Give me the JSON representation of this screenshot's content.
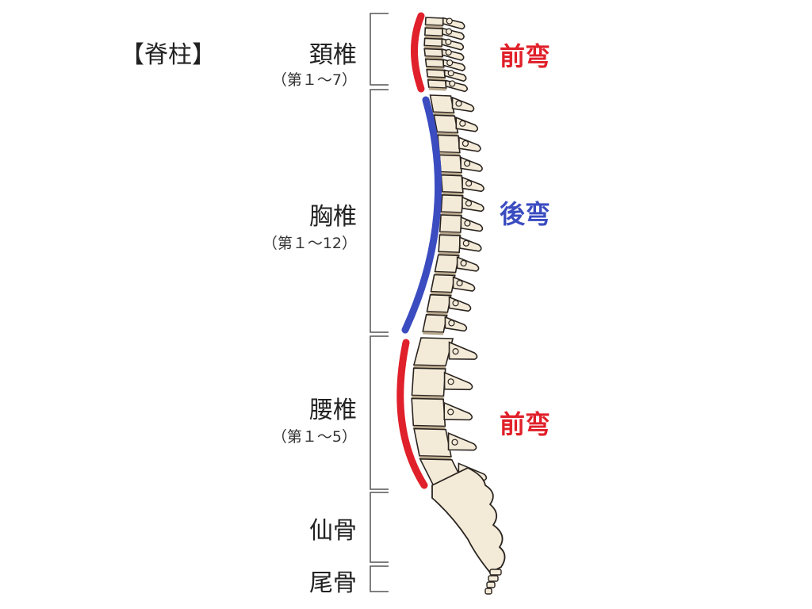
{
  "title": "【脊柱】",
  "sections": [
    {
      "name": "頚椎",
      "range": "（第１～7）"
    },
    {
      "name": "胸椎",
      "range": "（第１～12）"
    },
    {
      "name": "腰椎",
      "range": "（第１～5）"
    },
    {
      "name": "仙骨"
    },
    {
      "name": "尾骨"
    }
  ],
  "curvatures": [
    {
      "label": "前弯",
      "color": "#e0202a"
    },
    {
      "label": "後弯",
      "color": "#3b4cc0"
    },
    {
      "label": "前弯",
      "color": "#e0202a"
    }
  ],
  "colors": {
    "bone": "#f3ead8",
    "outline": "#2a2420",
    "disc": "#b8a78c",
    "bracket": "#555555"
  }
}
